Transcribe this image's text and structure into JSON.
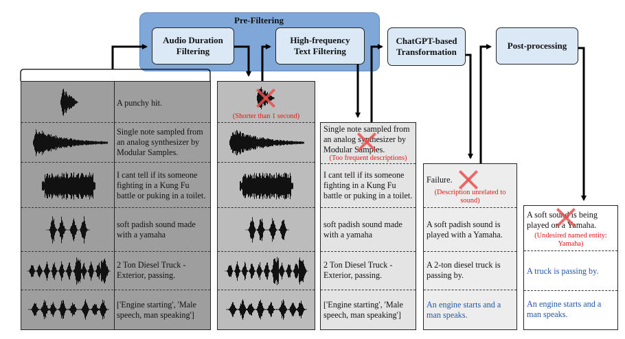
{
  "pre_filtering": {
    "title": "Pre-Filtering",
    "stage_duration": [
      "Audio Duration",
      "Filtering"
    ],
    "stage_frequency": [
      "High-frequency",
      "Text Filtering"
    ]
  },
  "stage_chatgpt": [
    "ChatGPT-based",
    "Transformation"
  ],
  "stage_post": "Post-processing",
  "colors": {
    "reject": "#e01818",
    "rewritten_text": "#2358a8",
    "stage_fill": "#dbe9f7",
    "prefilter_fill": "#7fa8d8"
  },
  "column1": {
    "rows": [
      {
        "caption": [
          "A punchy hit."
        ]
      },
      {
        "caption": [
          "Single note sampled from",
          "an analog synthesizer by",
          "Modular Samples."
        ]
      },
      {
        "caption": [
          "I cant tell if its someone",
          "fighting in a Kung Fu",
          "battle or puking in a toilet."
        ]
      },
      {
        "caption": [
          "soft padish sound made",
          "with a yamaha"
        ]
      },
      {
        "caption": [
          "2 Ton Diesel Truck -",
          "Exterior, passing."
        ]
      },
      {
        "caption": [
          "['Engine starting', 'Male",
          "speech, man speaking']"
        ]
      }
    ]
  },
  "column2": {
    "rejected_note": "(Shorter than 1 second)"
  },
  "column3": {
    "rows": [
      {
        "caption": [
          "Single note sampled from",
          "an analog synthesizer by",
          "Modular Samples."
        ],
        "note": "(Too frequent descriptions)"
      },
      {
        "caption": [
          "I cant tell if its someone",
          "fighting in a Kung Fu",
          "battle or puking in a toilet."
        ]
      },
      {
        "caption": [
          "soft padish sound made",
          "with a yamaha"
        ]
      },
      {
        "caption": [
          "2 Ton Diesel Truck -",
          "Exterior, passing."
        ]
      },
      {
        "caption": [
          "['Engine starting', 'Male",
          "speech, man speaking']"
        ]
      }
    ]
  },
  "column4": {
    "rows": [
      {
        "caption": [
          "Failure."
        ],
        "note": [
          "(Description unrelated to",
          "sound)"
        ]
      },
      {
        "caption": [
          "A soft padish sound is",
          "played with a Yamaha."
        ]
      },
      {
        "caption": [
          "A 2-ton diesel truck is",
          "passing by."
        ]
      },
      {
        "caption": [
          "An engine starts and a",
          "man speaks."
        ]
      }
    ]
  },
  "column5": {
    "rows": [
      {
        "caption": [
          "A soft sound is being",
          "played on a Yamaha."
        ],
        "note": [
          "(Undesired named entity:",
          "Yamaha)"
        ]
      },
      {
        "caption": [
          "A truck is passing by."
        ]
      },
      {
        "caption": [
          "An engine starts and a",
          "man speaks."
        ]
      }
    ]
  }
}
